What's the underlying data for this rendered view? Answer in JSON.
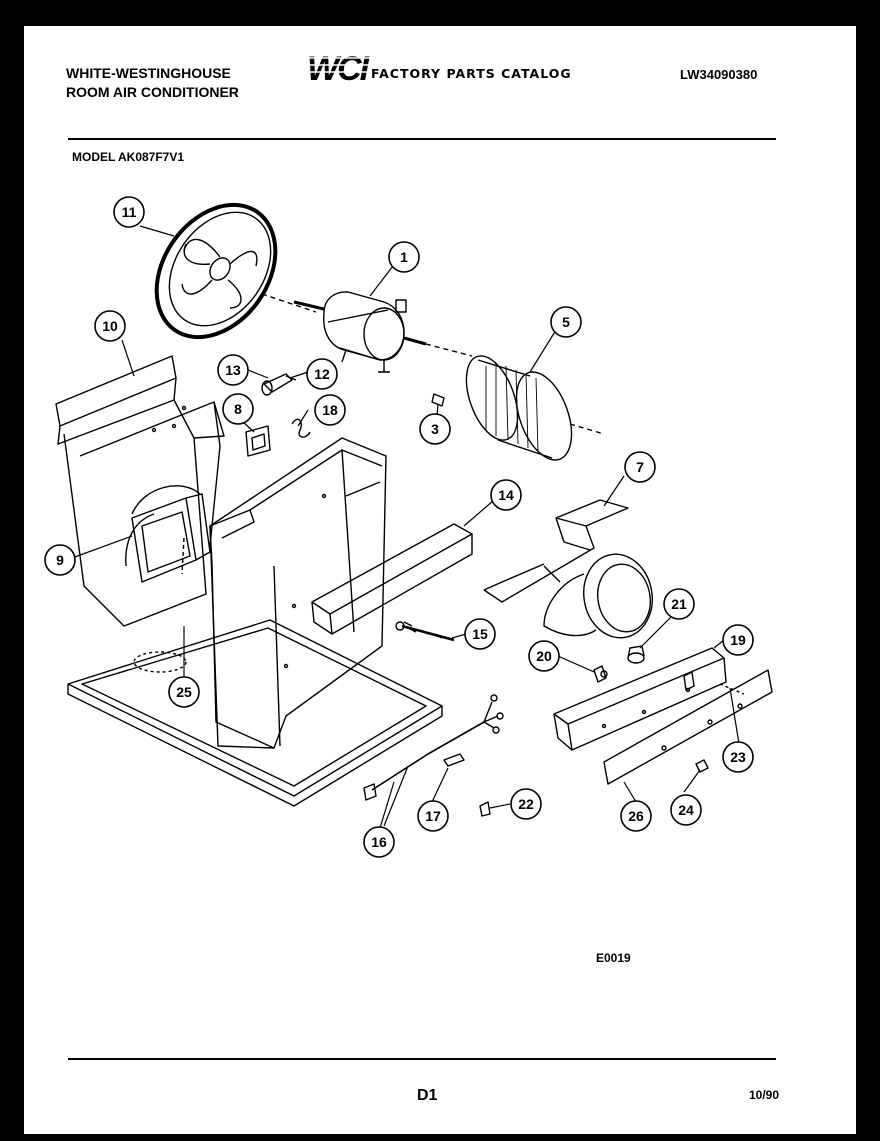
{
  "header": {
    "brand_line1": "WHITE-WESTINGHOUSE",
    "brand_line2": "ROOM AIR CONDITIONER",
    "logo_text": "WCI",
    "catalog_title": "FACTORY PARTS CATALOG",
    "catalog_number": "LW34090380"
  },
  "model": "MODEL AK087F7V1",
  "callouts": [
    "1",
    "3",
    "5",
    "7",
    "8",
    "9",
    "10",
    "11",
    "12",
    "13",
    "14",
    "15",
    "16",
    "17",
    "18",
    "19",
    "20",
    "21",
    "22",
    "23",
    "24",
    "25",
    "26"
  ],
  "figure_code": "E0019",
  "footer": {
    "page": "D1",
    "date": "10/90"
  },
  "colors": {
    "ink": "#000000",
    "paper": "#ffffff",
    "frame": "#000000"
  }
}
